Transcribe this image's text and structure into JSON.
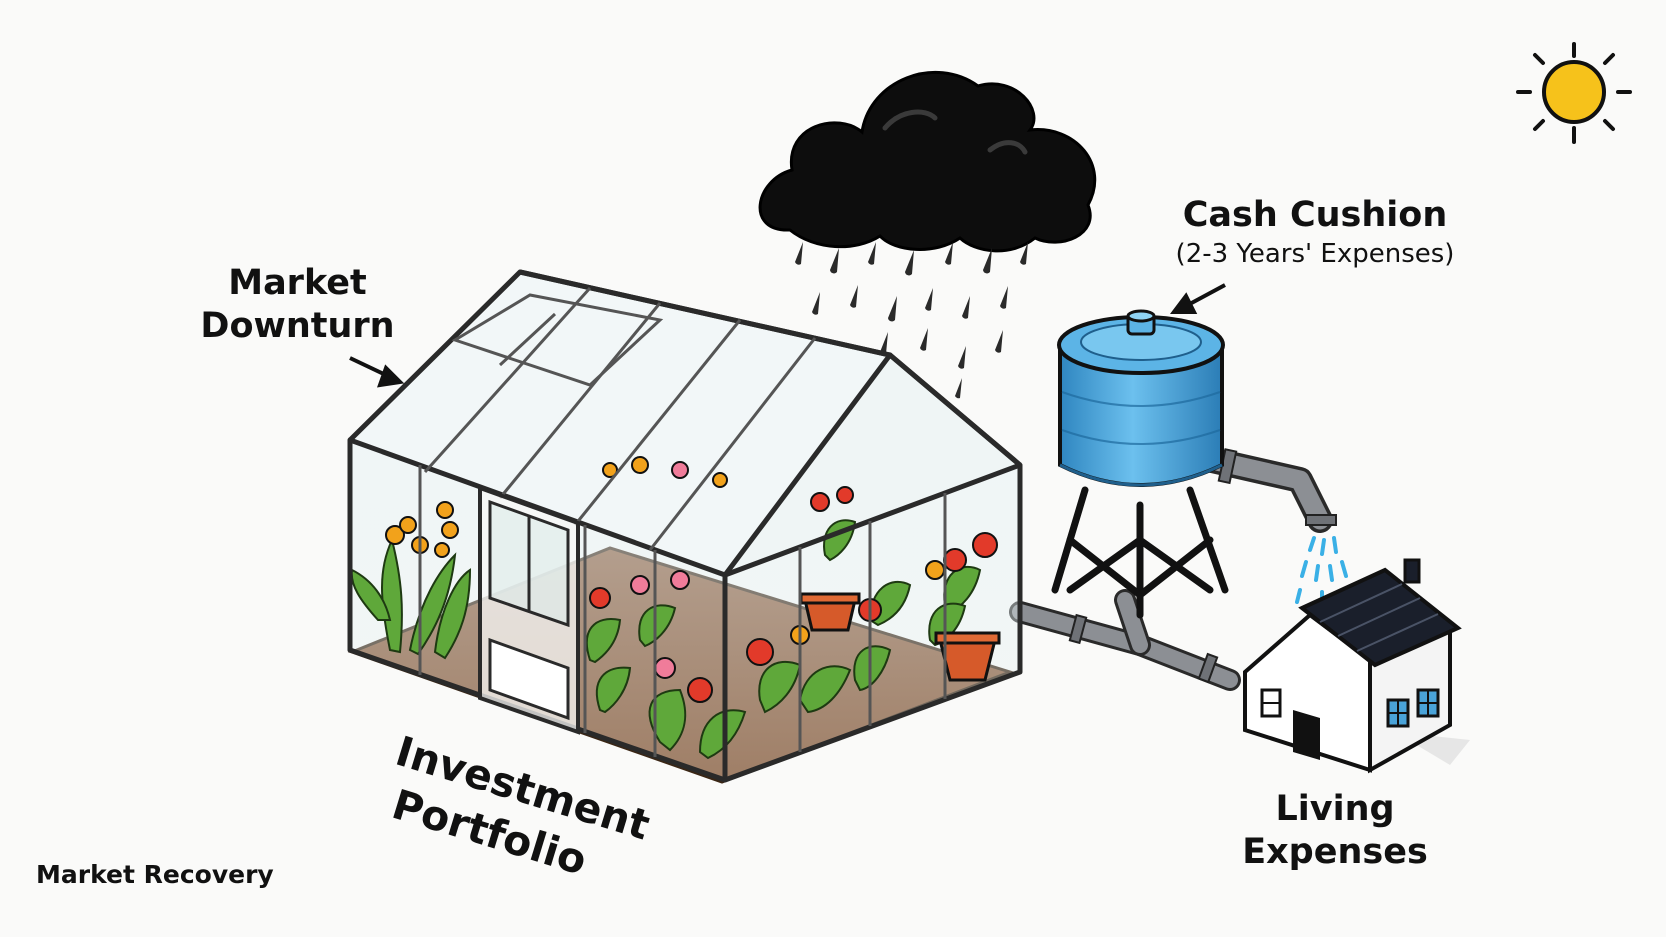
{
  "labels": {
    "market_downturn": [
      "Market",
      "Downturn"
    ],
    "cash_cushion": {
      "title": "Cash Cushion",
      "subtitle": "(2-3 Years' Expenses)"
    },
    "investment_portfolio": [
      "Investment",
      "Portfolio"
    ],
    "living_expenses": [
      "Living",
      "Expenses"
    ],
    "market_recovery": "Market Recovery"
  },
  "icons": [
    "sun-icon",
    "storm-cloud-icon",
    "rain-icon",
    "greenhouse-icon",
    "water-tower-icon",
    "pipe-icon",
    "house-icon"
  ],
  "colors": {
    "cloud": "#0d0d0d",
    "rain": "#2a2a2a",
    "sun": "#f6c21b",
    "tank": "#4aa3d8",
    "tank_shade": "#2f86c0",
    "pipe": "#8c8f94",
    "water_drops": "#3ab0e6",
    "soil": "#8a5a3a",
    "leaf": "#5fa83a",
    "house_roof": "#1a1f2b"
  }
}
